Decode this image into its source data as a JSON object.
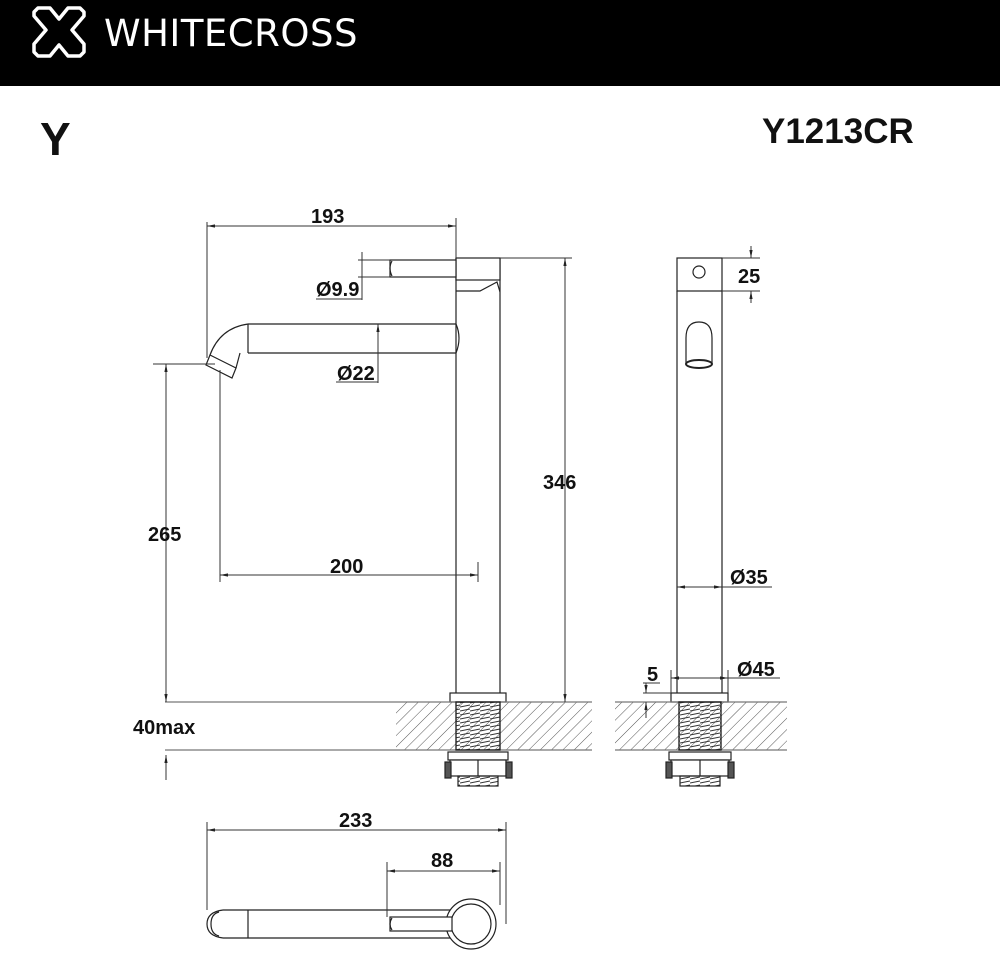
{
  "header": {
    "brand": "WHITECROSS",
    "logo_icon": "cross-outline-logo-icon",
    "background": "#000000"
  },
  "title": {
    "series": "Y",
    "model": "Y1213CR"
  },
  "drawing": {
    "type": "technical-drawing",
    "units": "mm",
    "views": [
      "front-view",
      "side-view",
      "top-view"
    ],
    "front_view": {
      "dimensions": {
        "overall_reach": "193",
        "handle_diameter": "Ø9.9",
        "spout_diameter": "Ø22",
        "overall_height": "346",
        "spout_height": "265",
        "spout_projection": "200",
        "max_deck_thickness": "40max"
      }
    },
    "side_view": {
      "dimensions": {
        "handle_height": "25",
        "body_diameter": "Ø35",
        "base_diameter": "Ø45",
        "base_height": "5"
      }
    },
    "top_view": {
      "dimensions": {
        "overall_length": "233",
        "handle_length": "88"
      }
    }
  }
}
